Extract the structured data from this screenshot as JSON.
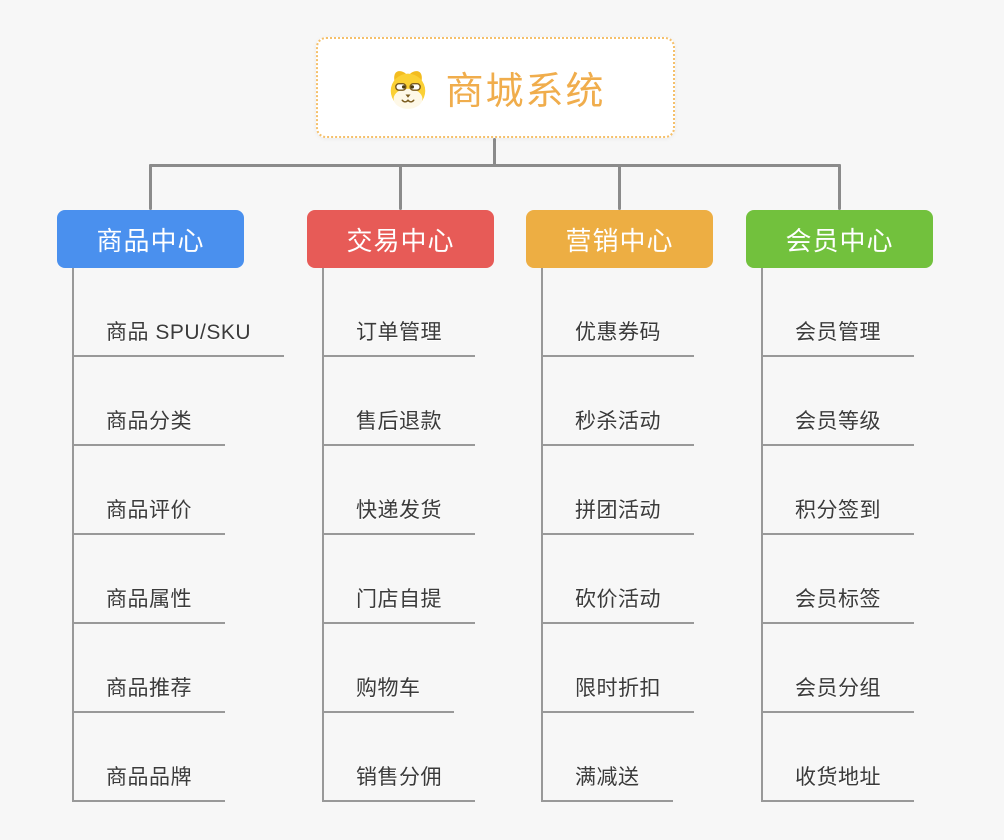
{
  "root": {
    "label": "商城系统",
    "icon": "dog-face-icon",
    "text_color": "#F0AD4C",
    "border_color": "#F5C06B",
    "background": "#FFFFFF"
  },
  "branches": [
    {
      "label": "商品中心",
      "color": "#4A90EE",
      "children": [
        "商品 SPU/SKU",
        "商品分类",
        "商品评价",
        "商品属性",
        "商品推荐",
        "商品品牌"
      ]
    },
    {
      "label": "交易中心",
      "color": "#E75B57",
      "children": [
        "订单管理",
        "售后退款",
        "快递发货",
        "门店自提",
        "购物车",
        "销售分佣"
      ]
    },
    {
      "label": "营销中心",
      "color": "#EDAE43",
      "children": [
        "优惠券码",
        "秒杀活动",
        "拼团活动",
        "砍价活动",
        "限时折扣",
        "满减送"
      ]
    },
    {
      "label": "会员中心",
      "color": "#72C13D",
      "children": [
        "会员管理",
        "会员等级",
        "积分签到",
        "会员标签",
        "会员分组",
        "收货地址"
      ]
    }
  ],
  "connector_color": "#8B8B8B",
  "leaf_line_color": "#999999",
  "background_color": "#F7F7F7"
}
